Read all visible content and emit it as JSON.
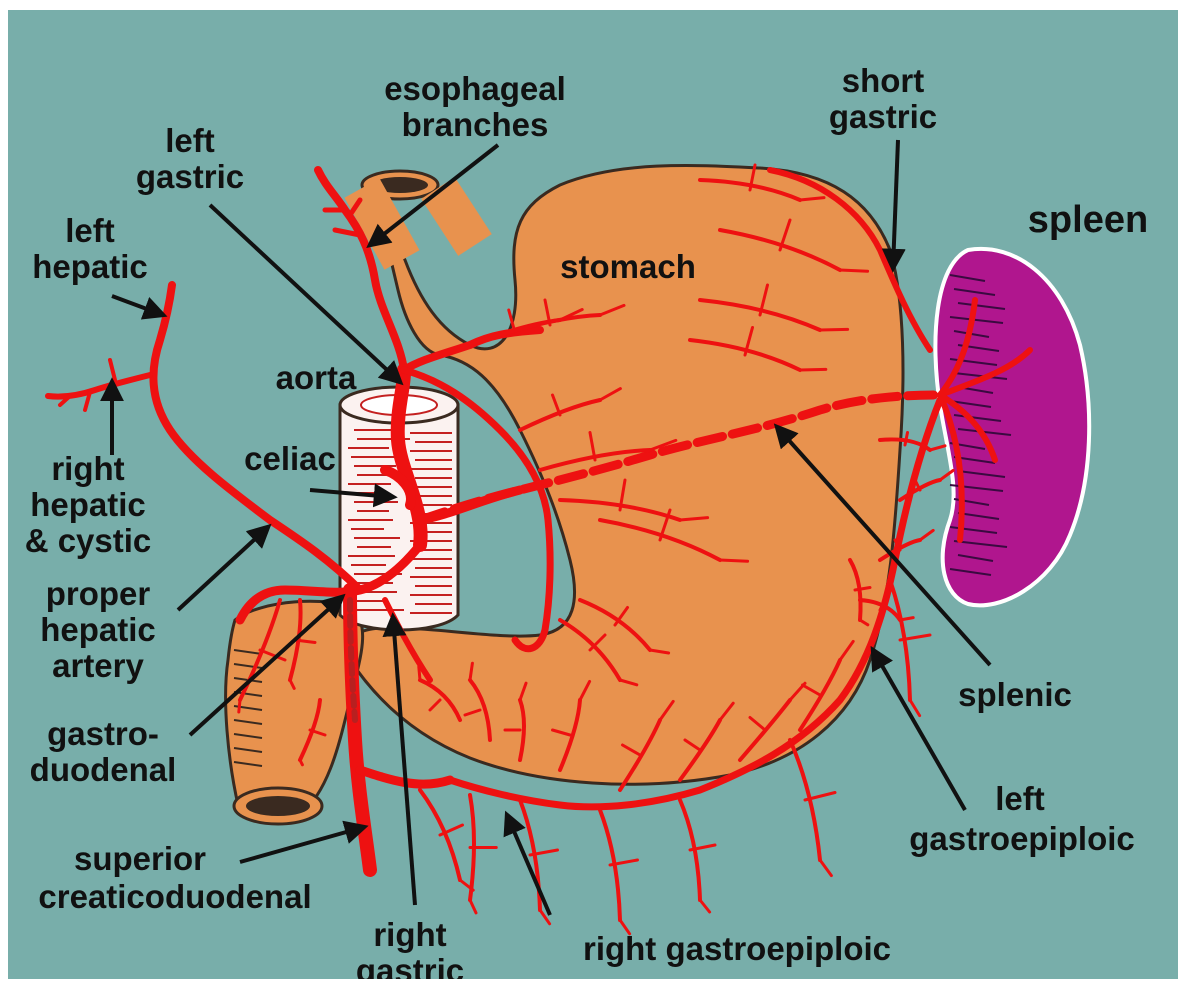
{
  "colors": {
    "background": "#78aeaa",
    "stomach": "#e8924e",
    "stomach_outline": "#3a2a20",
    "artery": "#ee1111",
    "spleen": "#b0168e",
    "spleen_stripes": "#3a0a40",
    "aorta": "#fbf2f0",
    "aorta_stripes": "#c42020",
    "duodenum": "#e8924e",
    "label": "#111111"
  },
  "labels": {
    "esophageal_1": "esophageal",
    "esophageal_2": "branches",
    "short_gastric_1": "short",
    "short_gastric_2": "gastric",
    "spleen": "spleen",
    "left_gastric_1": "left",
    "left_gastric_2": "gastric",
    "left_hepatic_1": "left",
    "left_hepatic_2": "hepatic",
    "stomach": "stomach",
    "aorta": "aorta",
    "celiac": "celiac",
    "right_hepatic_1": "right",
    "right_hepatic_2": "hepatic",
    "right_hepatic_3": "& cystic",
    "proper_hepatic_1": "proper",
    "proper_hepatic_2": "hepatic",
    "proper_hepatic_3": "artery",
    "gastroduodenal_1": "gastro-",
    "gastroduodenal_2": "duodenal",
    "splenic": "splenic",
    "left_gastroepiploic_1": "left",
    "left_gastroepiploic_2": "gastroepiploic",
    "superior_1": "superior",
    "superior_2": "creaticoduodenal",
    "right_gastric_1": "right",
    "right_gastric_2": "gastric",
    "right_gastroepiploic": "right gastroepiploic"
  }
}
